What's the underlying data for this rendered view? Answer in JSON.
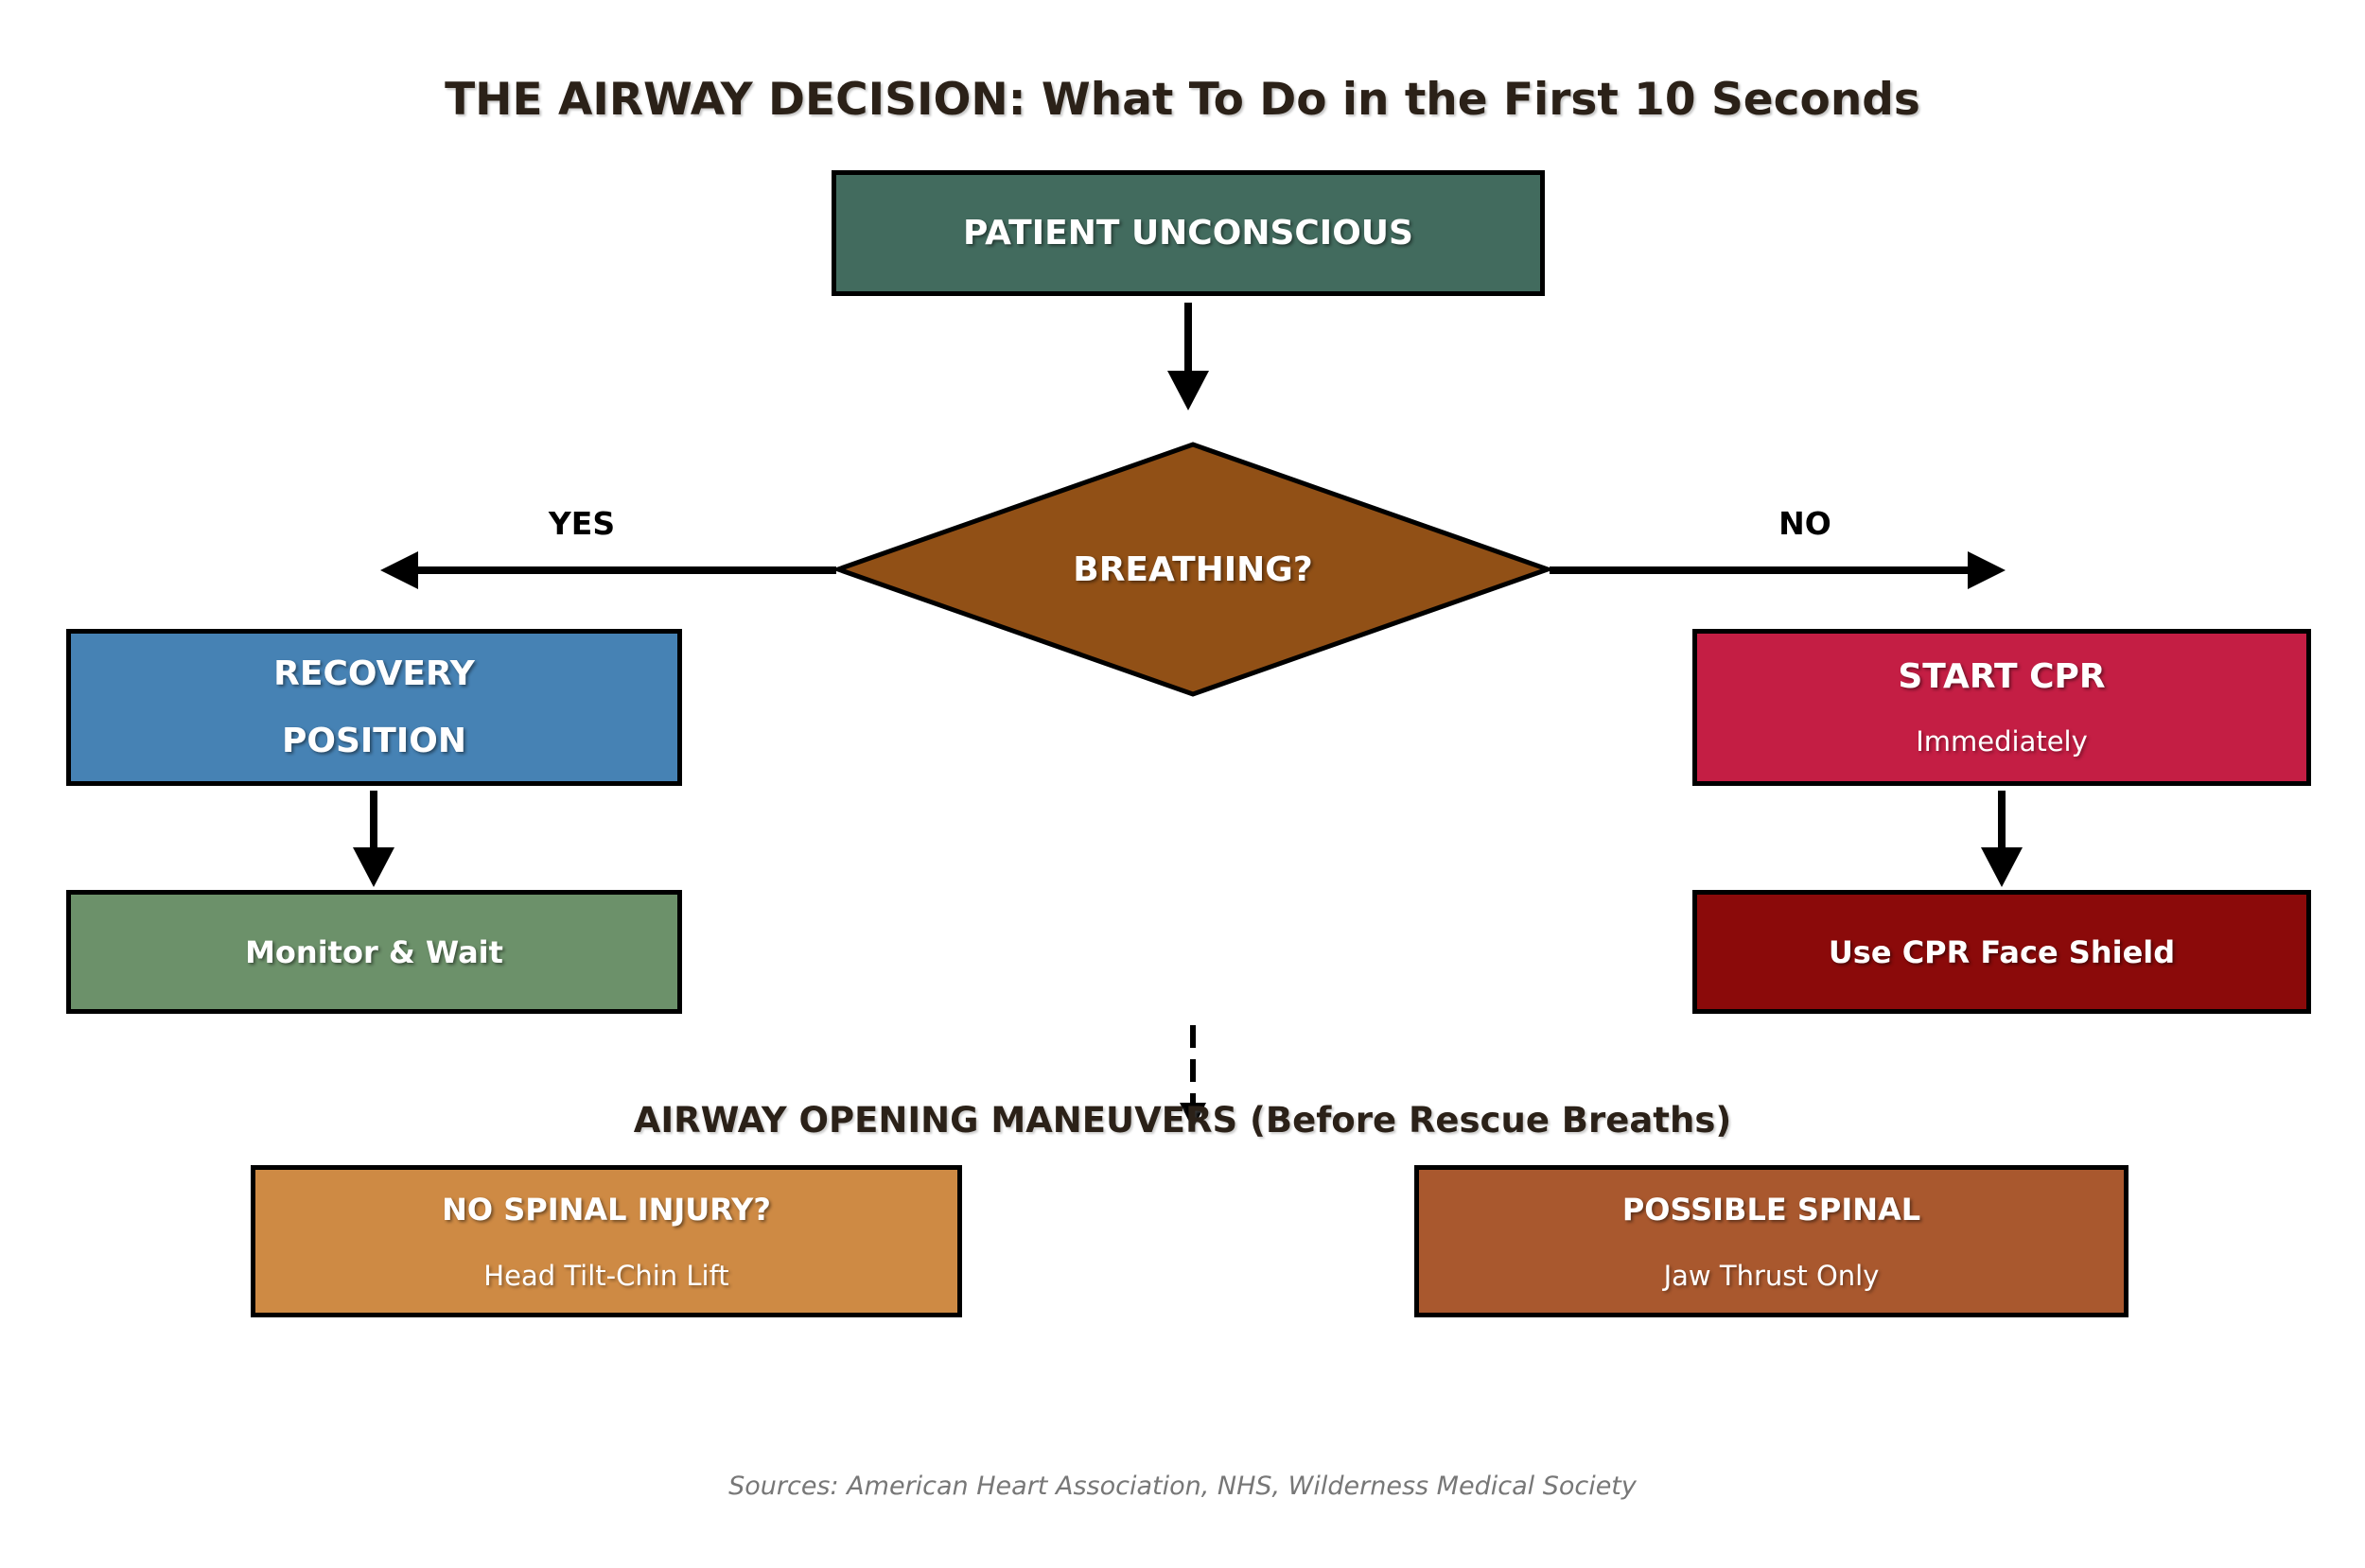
{
  "title": "THE AIRWAY DECISION: What To Do in the First 10 Seconds",
  "colors": {
    "ink": "#000000",
    "title_text": "#2b2118",
    "node_text": "#ffffff",
    "footer_text": "#777777"
  },
  "nodes": {
    "patient": {
      "title": "PATIENT UNCONSCIOUS",
      "bg": "#426b5e"
    },
    "breathing": {
      "title": "BREATHING?",
      "bg": "#915016"
    },
    "recovery": {
      "line1": "RECOVERY",
      "line2": "POSITION",
      "bg": "#4682b4"
    },
    "start_cpr": {
      "title": "START CPR",
      "subtitle": "Immediately",
      "bg": "#c41e44"
    },
    "monitor": {
      "title": "Monitor & Wait",
      "bg": "#6c916a"
    },
    "face_shield": {
      "title": "Use CPR Face Shield",
      "bg": "#8b0a0a"
    },
    "no_spinal": {
      "title": "NO SPINAL INJURY?",
      "subtitle": "Head Tilt-Chin Lift",
      "bg": "#ce8a44"
    },
    "possible_spinal": {
      "title": "POSSIBLE SPINAL",
      "subtitle": "Jaw Thrust Only",
      "bg": "#a9582e"
    }
  },
  "branch_labels": {
    "yes": "YES",
    "no": "NO"
  },
  "section_heading": "AIRWAY OPENING MANEUVERS (Before Rescue Breaths)",
  "footer": "Sources: American Heart Association, NHS, Wilderness Medical Society"
}
